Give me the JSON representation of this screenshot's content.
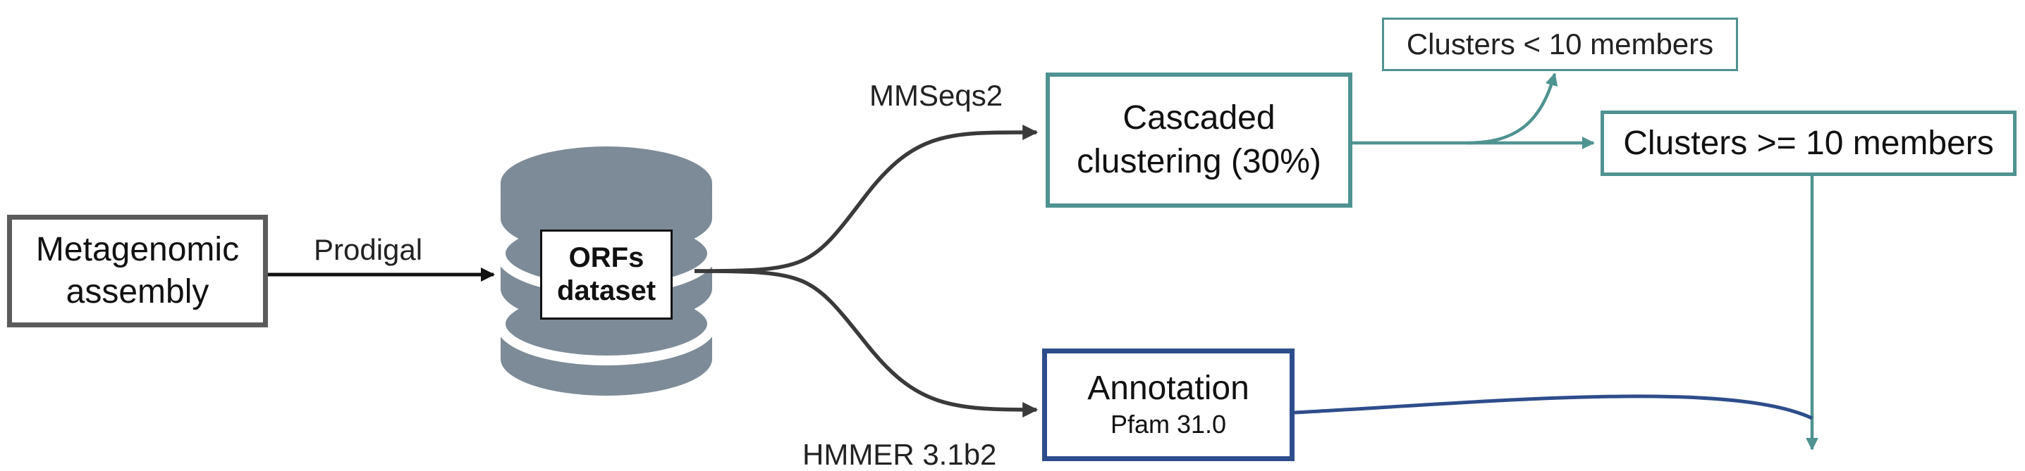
{
  "colors": {
    "grey_box": "#5b5b5b",
    "teal": "#4f9391",
    "navy": "#2e4d8c",
    "dark_line": "#3a3a3a",
    "database": "#7d8b98",
    "database_edge": "#ffffff"
  },
  "nodes": {
    "metagenomic": {
      "line1": "Metagenomic",
      "line2": "assembly"
    },
    "orfs": {
      "line1": "ORFs",
      "line2": "dataset"
    },
    "cascaded": {
      "line1": "Cascaded",
      "line2": "clustering (30%)"
    },
    "clusters_small": {
      "text": "Clusters < 10 members"
    },
    "clusters_large": {
      "text": "Clusters >= 10 members"
    },
    "annotation": {
      "title": "Annotation",
      "subtitle": "Pfam 31.0"
    }
  },
  "edge_labels": {
    "prodigal": "Prodigal",
    "mmseqs": "MMSeqs2",
    "hmmer": "HMMER 3.1b2"
  }
}
